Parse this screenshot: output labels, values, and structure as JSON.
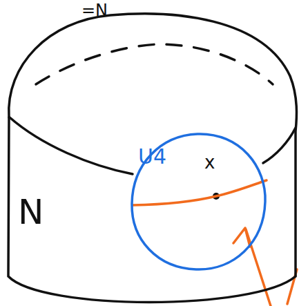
{
  "diagram": {
    "nodes": [
      {
        "text": [
          "N"
        ]
      },
      {
        "text": [
          "U4"
        ],
        "in": 0
      }
    ],
    "labels": [
      "=N",
      "x"
    ]
  }
}
